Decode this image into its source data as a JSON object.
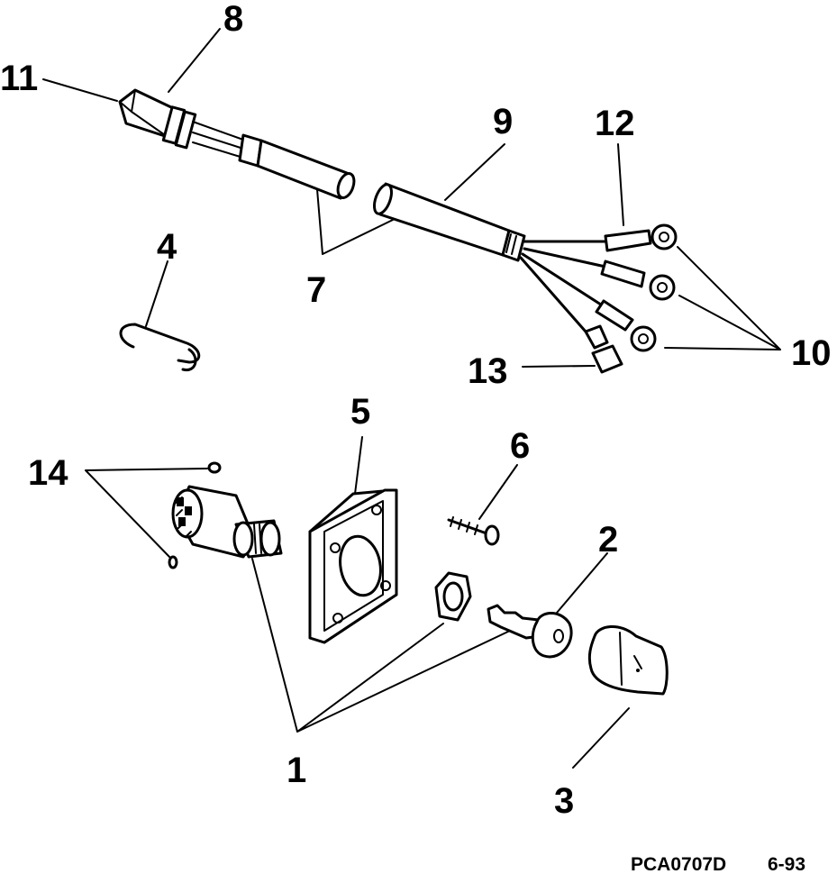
{
  "callouts": {
    "c1": "1",
    "c2": "2",
    "c3": "3",
    "c4": "4",
    "c5": "5",
    "c6": "6",
    "c7": "7",
    "c8": "8",
    "c9": "9",
    "c10": "10",
    "c11": "11",
    "c12": "12",
    "c13": "13",
    "c14": "14"
  },
  "footer": {
    "code": "PCA0707D",
    "date": "6-93"
  }
}
